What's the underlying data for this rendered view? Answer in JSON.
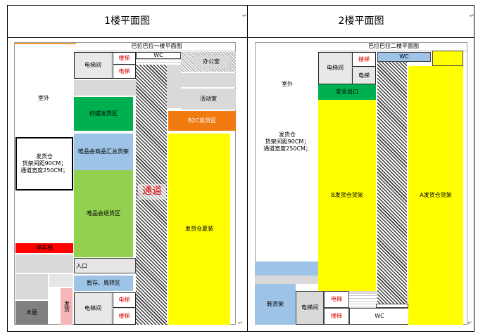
{
  "headers": {
    "floor1": "1楼平面图",
    "floor2": "2楼平面图"
  },
  "floor1": {
    "title": "巴拉巴拉一楼平面图",
    "outdoor": "室外",
    "shipping_warehouse": "发货仓\n货架间距90CM；\n通道宽度250CM；",
    "elevator_room_top": "电梯间",
    "stairs_top": "楼梯",
    "elevator_top": "电梯",
    "wc": "WC",
    "office": "办公室",
    "activity_room": "活动室",
    "scan_ship_area": "扫描发货区",
    "b2c_return_area": "B2C退货区",
    "vip_goods_area": "唯品会商品汇总货架",
    "vip_return_area": "唯品会退货区",
    "aisle": "通道",
    "summer_goods": "发货仓夏装",
    "parking_ramp": "停车梯",
    "entrance": "入口",
    "temp_storage": "暂存、周转区",
    "wood_house": "木屋",
    "elevator_room_bottom": "电梯间",
    "elevator_bottom": "电梯",
    "stairs_bottom": "楼梯",
    "pink_box": "发货"
  },
  "floor2": {
    "title": "巴拉巴拉二楼平面图",
    "outdoor": "室外",
    "shipping_warehouse": "发货仓\n货架间距90CM；\n通道宽度250CM；",
    "elevator_room_top": "电梯间",
    "stairs_top": "楼梯",
    "elevator_top": "电梯",
    "wc_top": "WC",
    "safety_exit": "安全出口",
    "b_shelf": "B发货仓货架",
    "a_shelf": "A发货仓货架",
    "shoe_rack": "鞋货架",
    "elevator_room_bottom": "电梯间",
    "elevator_bottom": "电梯",
    "stairs_bottom": "楼梯",
    "wc_bottom": "WC"
  }
}
